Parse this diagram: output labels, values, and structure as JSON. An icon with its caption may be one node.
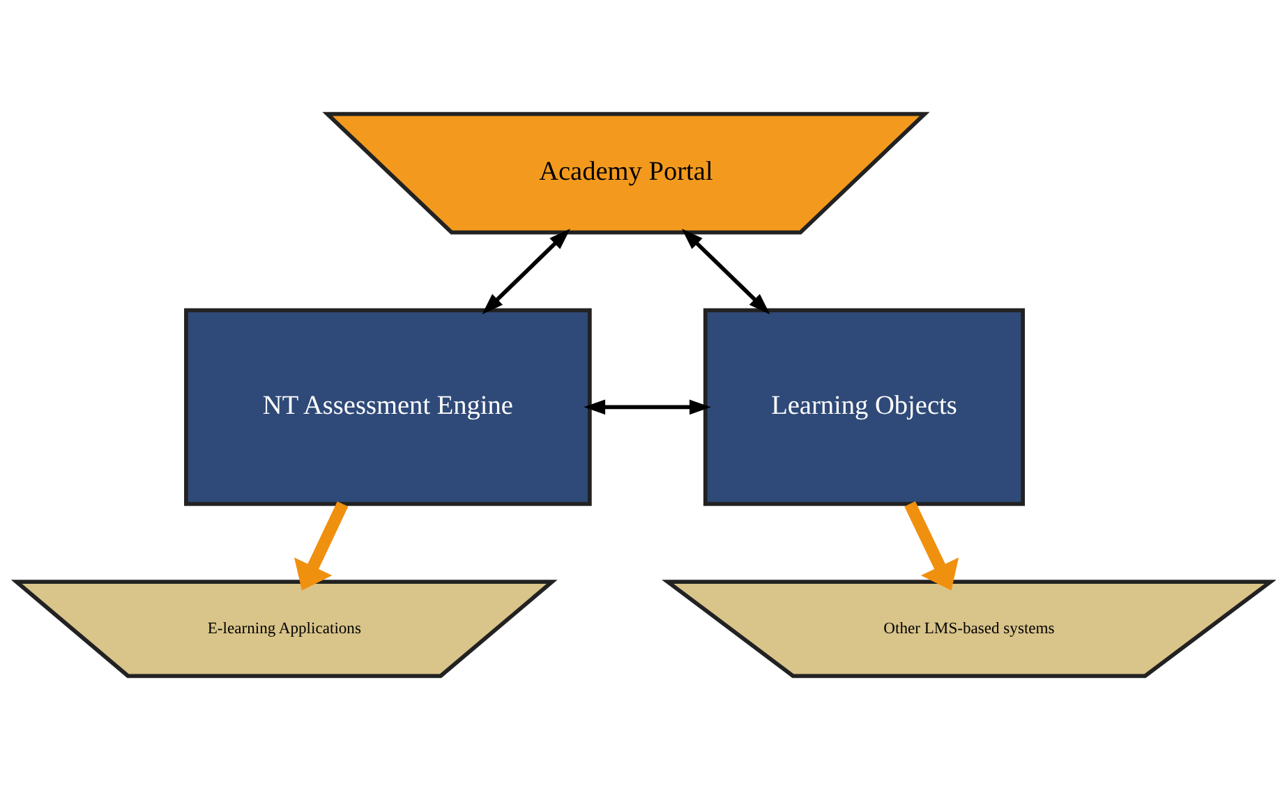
{
  "diagram": {
    "nodes": [
      {
        "text": [
          "E-learning Applications"
        ]
      },
      {
        "text": [
          "Other LMS-based systems"
        ]
      },
      {
        "text": [
          "NT Assessment Engine"
        ]
      },
      {
        "text": [
          "Learning Objects"
        ]
      },
      {
        "text": [
          "Academy Portal"
        ]
      }
    ],
    "edges": [
      {
        "from": 2,
        "to": 0,
        "arrow": "to",
        "style": "thick",
        "color": "#f0900f"
      },
      {
        "from": 3,
        "to": 1,
        "arrow": "to",
        "style": "thick",
        "color": "#f0900f"
      },
      {
        "from": 2,
        "to": 3,
        "arrow": "both"
      },
      {
        "from": 4,
        "to": 2,
        "arrow": "both"
      },
      {
        "from": 4,
        "to": 3,
        "arrow": "both"
      }
    ]
  }
}
